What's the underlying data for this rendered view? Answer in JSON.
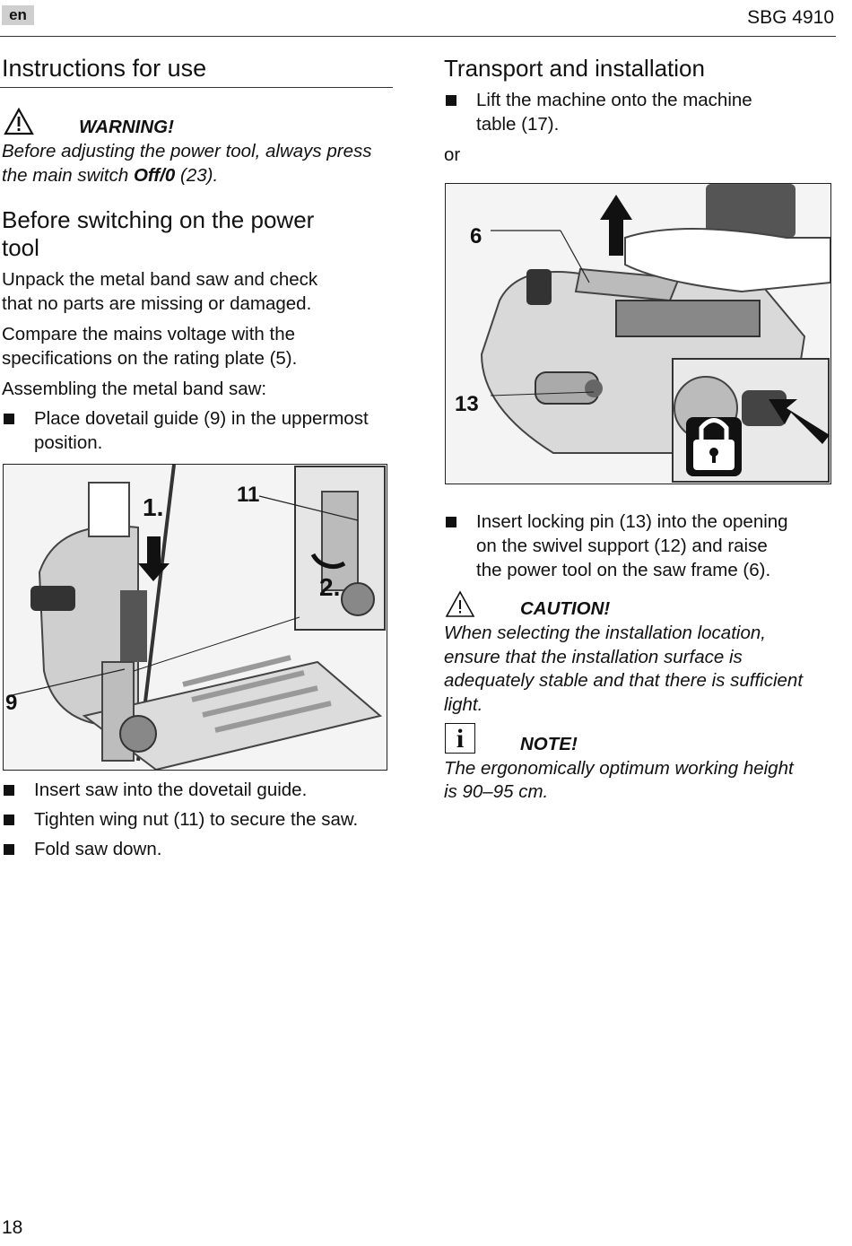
{
  "header": {
    "lang": "en",
    "model": "SBG 4910"
  },
  "left": {
    "title": "Instructions for use",
    "warning": {
      "label": "WARNING!",
      "text_a": "Before adjusting the power tool, always press",
      "text_b_pre": "the main switch ",
      "text_b_bold": "Off/0",
      "text_b_post": " (23)."
    },
    "section_title_1": "Before switching on the power",
    "section_title_2": "tool",
    "para1": [
      "Unpack the metal band saw and check",
      "that no parts are missing or damaged."
    ],
    "para2": [
      "Compare the mains voltage with the",
      "specifications on the rating plate (5)."
    ],
    "para3": "Assembling the metal band saw:",
    "bullet1": [
      "Place dovetail guide (9) in the uppermost",
      "position."
    ],
    "figure": {
      "label_1": "1.",
      "label_11": "11",
      "label_2": "2.",
      "label_9": "9"
    },
    "bullets_after": [
      "Insert saw into the dovetail guide.",
      "Tighten wing nut (11) to secure the saw.",
      "Fold saw down."
    ]
  },
  "right": {
    "title": "Transport and installation",
    "bullet1": [
      "Lift the machine onto the machine",
      "table (17)."
    ],
    "or": "or",
    "figure": {
      "label_6": "6",
      "label_13": "13"
    },
    "bullet2": [
      "Insert locking pin (13) into the opening",
      "on the swivel support (12) and raise",
      "the power tool on the saw frame (6)."
    ],
    "caution": {
      "label": "CAUTION!",
      "lines": [
        "When selecting the installation location,",
        "ensure that the installation surface is",
        "adequately stable and that there is sufficient",
        "light."
      ]
    },
    "note": {
      "label": "NOTE!",
      "lines": [
        "The ergonomically optimum working height",
        "is 90–95 cm."
      ]
    }
  },
  "footer": {
    "page_number": "18"
  }
}
